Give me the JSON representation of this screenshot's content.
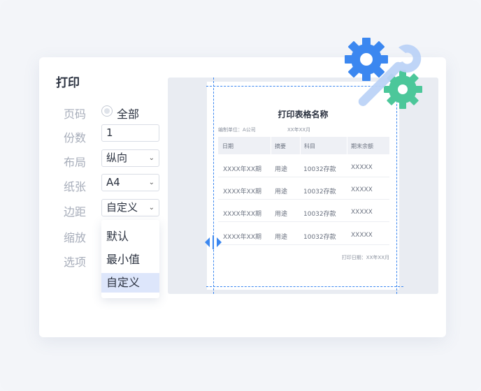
{
  "dialog": {
    "title": "打印",
    "labels": {
      "page_range": "页码",
      "copies": "份数",
      "layout": "布局",
      "paper": "纸张",
      "margin": "边距",
      "scale": "缩放",
      "options": "选项"
    },
    "page_range_option": "全部",
    "copies_value": "1",
    "layout_value": "纵向",
    "paper_value": "A4",
    "margin_value": "自定义",
    "margin_options": [
      "默认",
      "最小值",
      "自定义"
    ],
    "margin_selected_index": 2
  },
  "preview": {
    "title": "打印表格名称",
    "unit_label": "编制单位：A公司",
    "date_label": "XX年XX月",
    "columns": [
      "日期",
      "摘要",
      "科目",
      "期末余额"
    ],
    "rows": [
      [
        "XXXX年XX期",
        "用途",
        "10032存款",
        "XXXXX"
      ],
      [
        "XXXX年XX期",
        "用途",
        "10032存款",
        "XXXXX"
      ],
      [
        "XXXX年XX期",
        "用途",
        "10032存款",
        "XXXXX"
      ],
      [
        "XXXX年XX期",
        "用途",
        "10032存款",
        "XXXXX"
      ]
    ],
    "footer": "打印日期：XX年XX月"
  },
  "icons": {
    "settings": "gear-wrench-icon",
    "margin_handle": "resize-horizontal-icon",
    "chevron": "chevron-down-icon"
  },
  "colors": {
    "accent": "#3b87f0",
    "gear_blue": "#3b87f0",
    "gear_green": "#4cc79a",
    "wrench": "#bcd3f7",
    "selected_bg": "#dde6fb"
  }
}
